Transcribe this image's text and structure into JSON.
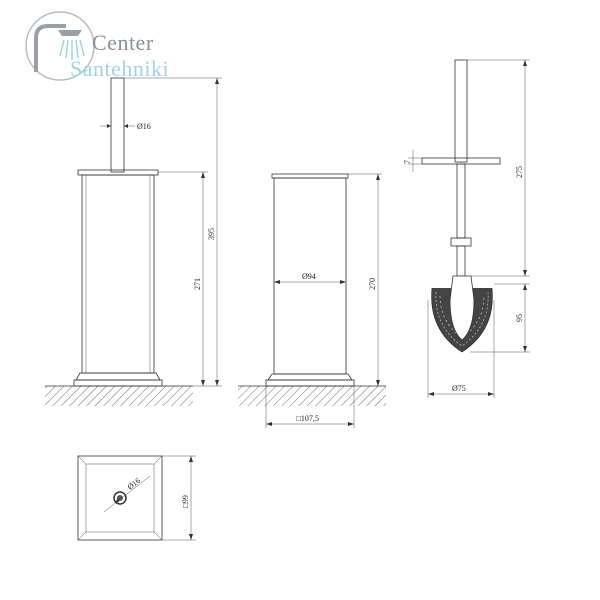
{
  "logo": {
    "line1": "Center",
    "line2": "Santehniki",
    "accent_color": "#9fd3ea",
    "text_color": "#8a8f96"
  },
  "dimensions": {
    "rod_diameter": "Ø16",
    "total_height": "395",
    "holder_height_front": "271",
    "inner_diameter": "Ø94",
    "holder_height_side": "270",
    "base_square": "□107,5",
    "brush_length": "275",
    "disc_thickness": "7",
    "head_height": "95",
    "head_diameter": "Ø75",
    "top_hole_diameter": "Ø16",
    "top_square": "□99"
  }
}
